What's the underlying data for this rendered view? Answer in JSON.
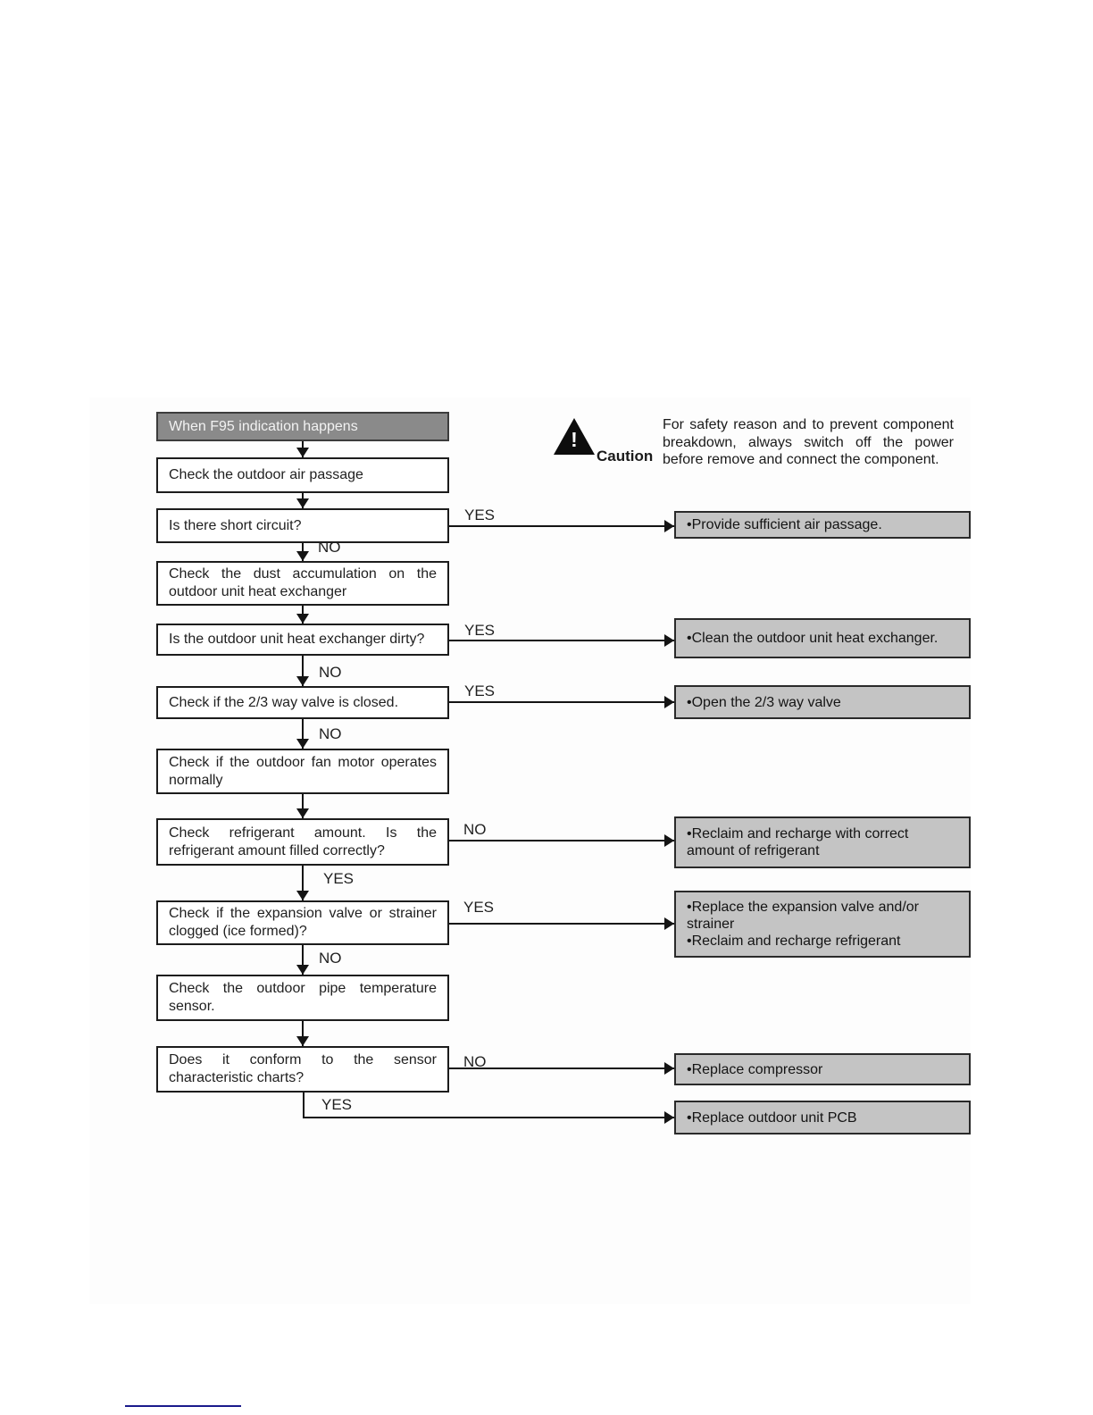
{
  "flowchart": {
    "title": "When F95 indication happens",
    "nodes": {
      "n1": "Check the outdoor air passage",
      "n2": "Is there short circuit?",
      "n3": "Check the dust accumulation on the outdoor unit heat exchanger",
      "n4": "Is the outdoor unit heat exchanger dirty?",
      "n5": "Check if the 2/3 way valve is closed.",
      "n6": "Check if the outdoor fan motor operates normally",
      "n7": "Check refrigerant amount. Is the refrigerant amount filled correctly?",
      "n8": "Check if the expansion valve or strainer clogged (ice formed)?",
      "n9": "Check the outdoor pipe temperature sensor.",
      "n10": "Does it conform to the sensor characteristic charts?"
    },
    "results": {
      "r1": "•Provide sufficient air passage.",
      "r2": "•Clean the outdoor unit heat exchanger.",
      "r3": "•Open the 2/3 way valve",
      "r4": "•Reclaim and recharge with correct amount of refrigerant",
      "r5": "•Replace the expansion valve and/or strainer\n•Reclaim and recharge refrigerant",
      "r6": "•Replace compressor",
      "r7": "•Replace outdoor unit PCB"
    },
    "branch_labels": {
      "yes_short_circuit": "YES",
      "no_short_circuit": "NO",
      "yes_dirty": "YES",
      "no_dirty": "NO",
      "yes_valve": "YES",
      "no_valve": "NO",
      "no_refrigerant": "NO",
      "yes_refrigerant": "YES",
      "yes_expansion": "YES",
      "no_expansion": "NO",
      "no_conform": "NO",
      "yes_conform": "YES"
    },
    "colors": {
      "title_fill": "#8a8a8a",
      "result_fill": "#c4c4c4",
      "line": "#141414",
      "footer_link_line": "#1a1a8c"
    }
  },
  "caution": {
    "icon_glyph": "!",
    "label": "Caution",
    "text": "For safety reason and to prevent component breakdown, always switch off the power before remove and connect the component."
  }
}
